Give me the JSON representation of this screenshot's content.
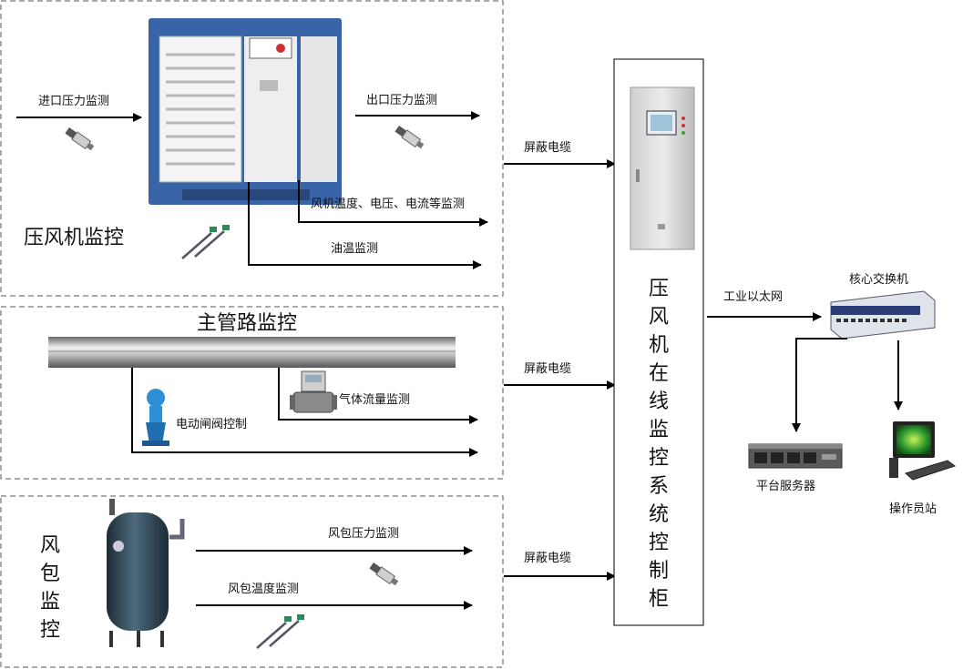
{
  "sections": {
    "compressor": {
      "title": "压风机监控",
      "inlet_label": "进口压力监测",
      "outlet_label": "出口压力监测",
      "motor_label": "风机温度、电压、电流等监测",
      "oil_label": "油温监测"
    },
    "pipeline": {
      "title": "主管路监控",
      "flow_label": "气体流量监测",
      "valve_label": "电动闸阀控制"
    },
    "tank": {
      "title_chars": [
        "风",
        "包",
        "监",
        "控"
      ],
      "pressure_label": "风包压力监测",
      "temp_label": "风包温度监测"
    }
  },
  "cables": [
    "屏蔽电缆",
    "屏蔽电缆",
    "屏蔽电缆"
  ],
  "cabinet": {
    "title_chars": [
      "压",
      "风",
      "机",
      "在",
      "线",
      "监",
      "控",
      "系",
      "统",
      "控",
      "制",
      "柜"
    ]
  },
  "network": {
    "ethernet_label": "工业以太网",
    "switch_label": "核心交换机",
    "server_label": "平台服务器",
    "station_label": "操作员站"
  },
  "colors": {
    "line": "#000000",
    "dashed_border": "#555555",
    "compressor_blue": "#3a64a8",
    "tank_body": "#243a4a",
    "screen_green": "#2f9a2f"
  }
}
